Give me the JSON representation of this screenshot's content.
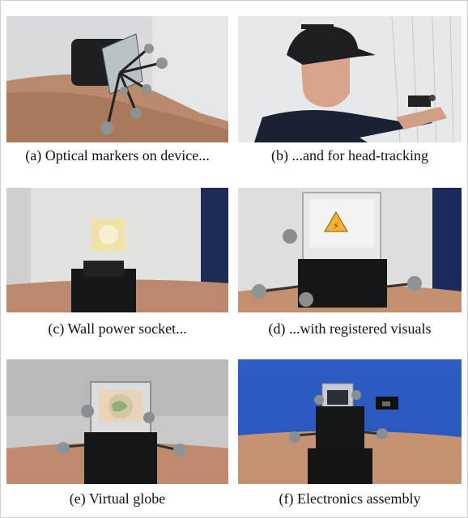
{
  "figure": {
    "panels": [
      {
        "id": "a",
        "caption": "(a) Optical markers on device..."
      },
      {
        "id": "b",
        "caption": "(b) ...and for head-tracking"
      },
      {
        "id": "c",
        "caption": "(c) Wall power socket..."
      },
      {
        "id": "d",
        "caption": "(d) ...with registered visuals"
      },
      {
        "id": "e",
        "caption": "(e) Virtual globe"
      },
      {
        "id": "f",
        "caption": "(f) Electronics assembly"
      }
    ]
  }
}
